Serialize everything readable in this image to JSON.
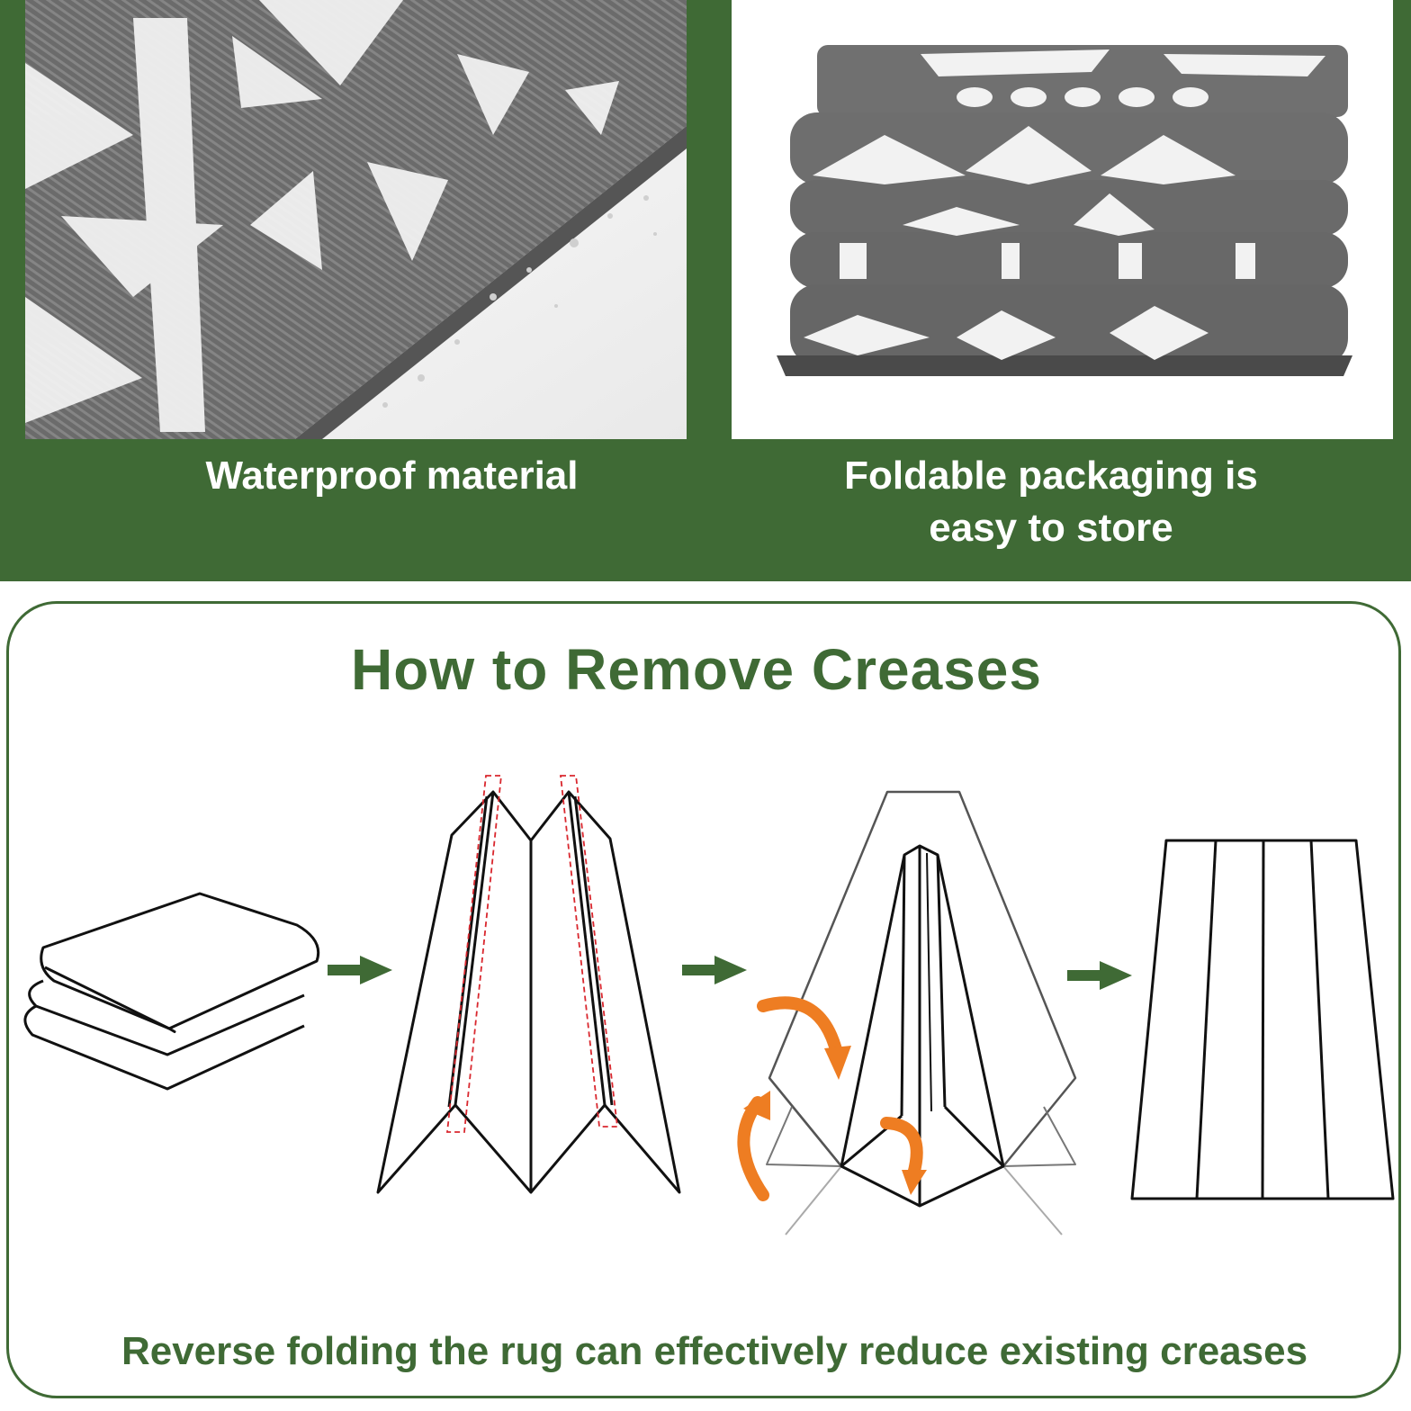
{
  "features": {
    "waterproof_caption": "Waterproof material",
    "foldable_caption_line1": "Foldable packaging is",
    "foldable_caption_line2": "easy to store"
  },
  "instructions": {
    "title": "How to Remove Creases",
    "footer": "Reverse folding the rug can effectively reduce existing creases"
  },
  "colors": {
    "brand_green": "#3f6a35",
    "arrow_orange": "#ee7d22",
    "crease_red": "#d9272e"
  },
  "icons": [
    "arrow-right-icon",
    "curved-arrow-icon"
  ]
}
